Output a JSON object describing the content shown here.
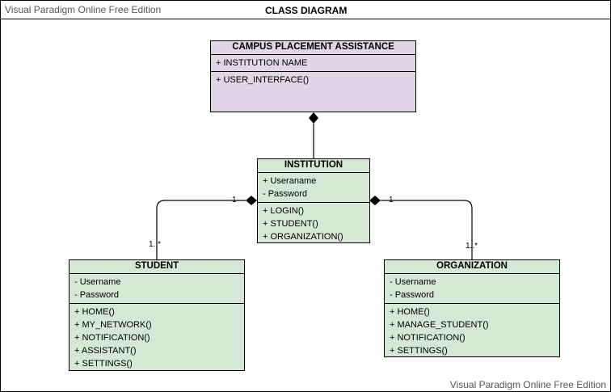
{
  "watermark_top": "Visual Paradigm Online Free Edition",
  "watermark_bottom": "Visual Paradigm Online Free Edition",
  "diagram_title": "CLASS DIAGRAM",
  "classes": {
    "campus": {
      "name": "CAMPUS PLACEMENT ASSISTANCE",
      "attributes": [
        "+  INSTITUTION NAME"
      ],
      "operations": [
        "+ USER_INTERFACE()"
      ]
    },
    "institution": {
      "name": "INSTITUTION",
      "attributes": [
        "+ Useraname",
        "- Password"
      ],
      "operations": [
        "+ LOGIN()",
        "+ STUDENT()",
        "+ ORGANIZATION()"
      ]
    },
    "student": {
      "name": "STUDENT",
      "attributes": [
        "- Username",
        "- Password"
      ],
      "operations": [
        "+ HOME()",
        "+ MY_NETWORK()",
        "+ NOTIFICATION()",
        "+ ASSISTANT()",
        "+ SETTINGS()"
      ]
    },
    "organization": {
      "name": "ORGANIZATION",
      "attributes": [
        "- Username",
        "- Password"
      ],
      "operations": [
        "+ HOME()",
        "+ MANAGE_STUDENT()",
        "+ NOTIFICATION()",
        "+ SETTINGS()"
      ]
    }
  },
  "multiplicities": {
    "student_one": "1",
    "student_many": "1..*",
    "org_one": "1",
    "org_many": "1..*"
  },
  "colors": {
    "purple_fill": "#e1d5e7",
    "green_fill": "#d5e8d4"
  }
}
